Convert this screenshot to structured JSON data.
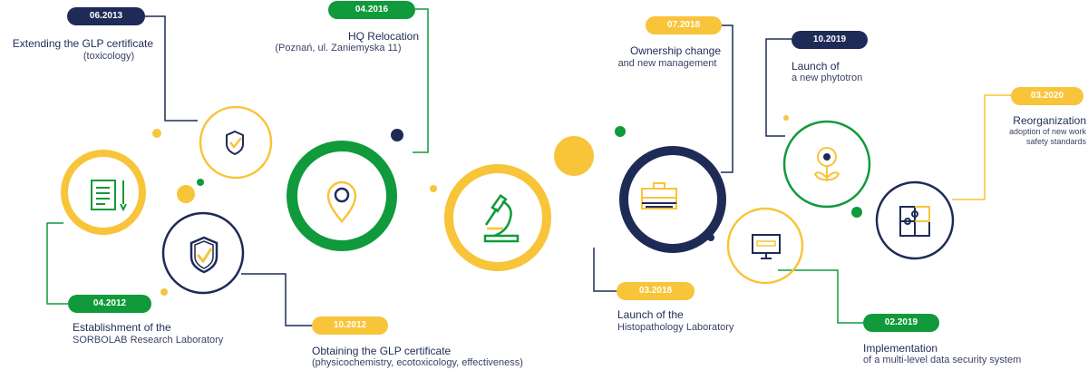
{
  "milestones": [
    {
      "date": "06.2013",
      "title": "Extending the GLP certificate",
      "sub": "(toxicology)"
    },
    {
      "date": "04.2016",
      "title": "HQ Relocation",
      "sub": "(Poznań, ul. Zaniemyska 11)"
    },
    {
      "date": "07.2018",
      "title": "Ownership change",
      "sub": "and new management"
    },
    {
      "date": "10.2019",
      "title": "Launch of",
      "sub": "a new phytotron"
    },
    {
      "date": "03.2020",
      "title": "Reorganization",
      "sub1": "adoption of new work",
      "sub2": "safety standards"
    },
    {
      "date": "04.2012",
      "title": "Establishment of the",
      "sub": "SORBOLAB Research Laboratory"
    },
    {
      "date": "10.2012",
      "title": "Obtaining the GLP certificate",
      "sub": "(physicochemistry, ecotoxicology, effectiveness)"
    },
    {
      "date": "03.2018",
      "title": "Launch of the",
      "sub": "Histopathology Laboratory"
    },
    {
      "date": "02.2019",
      "title": "Implementation",
      "sub": "of a multi-level data security system"
    }
  ],
  "icons": [
    "document-pen-icon",
    "shield-check-icon",
    "shield-check-icon",
    "location-pin-icon",
    "microscope-icon",
    "briefcase-icon",
    "monitor-password-icon",
    "flower-icon",
    "puzzle-icon"
  ],
  "colors": {
    "navy": "#1f2b57",
    "green": "#109a3b",
    "yellow": "#f8c43a"
  }
}
